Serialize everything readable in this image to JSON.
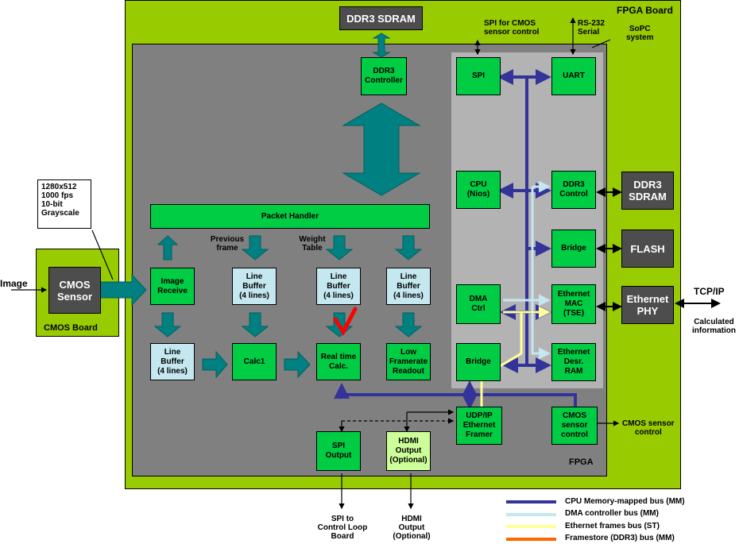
{
  "regions": {
    "fpga_board": "FPGA Board",
    "fpga": "FPGA",
    "sopc": "SoPC\nsystem",
    "cmos_board": "CMOS Board"
  },
  "blocks": {
    "ddr3_sdram_top": "DDR3 SDRAM",
    "ddr3_controller": "DDR3\nController",
    "packet_handler": "Packet Handler",
    "image_receive": "Image\nReceive",
    "line_buffer_prev": "Line\nBuffer\n(4 lines)",
    "line_buffer_weight": "Line\nBuffer\n(4 lines)",
    "line_buffer_readout": "Line\nBuffer\n(4 lines)",
    "line_buffer_bottom": "Line\nBuffer\n(4 lines)",
    "calc1": "Calc1",
    "realtime_calc": "Real time\nCalc.",
    "low_framerate": "Low\nFramerate\nReadout",
    "spi_output": "SPI\nOutput",
    "hdmi_output": "HDMI\nOutput\n(Optional)",
    "udp_framer": "UDP/IP\nEthernet\nFramer",
    "cmos_ctrl": "CMOS\nsensor\ncontrol",
    "spi": "SPI",
    "uart": "UART",
    "cpu": "CPU\n(Nios)",
    "ddr3_control": "DDR3\nControl",
    "bridge_flash": "Bridge",
    "dma": "DMA\nCtrl",
    "eth_mac": "Ethernet\nMAC\n(TSE)",
    "bridge_low": "Bridge",
    "eth_ram": "Ethernet\nDesr.\nRAM",
    "ddr3_sdram_right": "DDR3\nSDRAM",
    "flash": "FLASH",
    "eth_phy": "Ethernet\nPHY",
    "cmos_sensor": "CMOS\nSensor"
  },
  "labels": {
    "image_in": "Image",
    "sensor_spec": "1280x512\n1000 fps\n10-bit\nGrayscale",
    "previous_frame": "Previous\nframe",
    "weight_table": "Weight\nTable",
    "spi_cmos_control": "SPI for CMOS\nsensor control",
    "rs232": "RS-232\nSerial",
    "tcp_ip": "TCP/IP",
    "calculated_info": "Calculated\ninformation",
    "cmos_sensor_control_out": "CMOS sensor\ncontrol",
    "spi_to_control_loop": "SPI to\nControl Loop\nBoard",
    "hdmi_output_out": "HDMI\nOutput\n(Optional)"
  },
  "legend": [
    {
      "label": "CPU Memory-mapped bus (MM)",
      "color": "#333399"
    },
    {
      "label": "DMA controller bus (MM)",
      "color": "#c4e7f0"
    },
    {
      "label": "Ethernet frames bus (ST)",
      "color": "#ffff99"
    },
    {
      "label": "Framestore (DDR3) bus (MM)",
      "color": "#ff6600"
    }
  ],
  "colors": {
    "board_green": "#99cc00",
    "fpga_gray": "#808080",
    "sopc_gray": "#b3b3b3",
    "block_green": "#00cc44",
    "arrow_teal": "#008080",
    "checkmark": "red"
  }
}
